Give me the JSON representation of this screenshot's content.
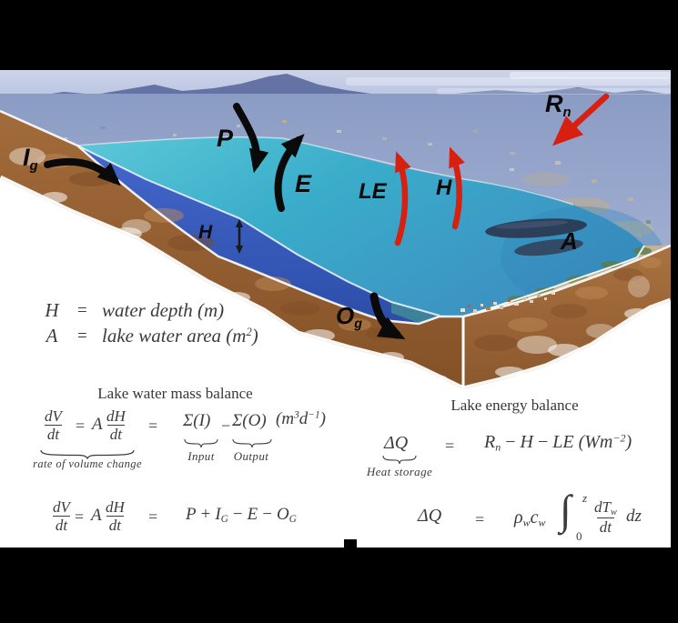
{
  "image": {
    "flux_labels": {
      "inflow_main": "I",
      "inflow_sub": "g",
      "precip": "P",
      "evap": "E",
      "latent": "LE",
      "sensible": "H",
      "net_rad_main": "R",
      "net_rad_sub": "n",
      "area": "A",
      "depth": "H",
      "outflow_main": "O",
      "outflow_sub": "g"
    },
    "colors": {
      "red_arrow": "#d7200f",
      "black_arrow": "#0a0a0a",
      "lake": "#3fb3cc",
      "cross_section_water": "#3a5fc0",
      "soil": "#9c6439"
    }
  },
  "definitions": {
    "depth": {
      "symbol": "H",
      "equals": "=",
      "text": "water depth (m)"
    },
    "area": {
      "symbol": "A",
      "equals": "=",
      "text_pre": "lake water area (m",
      "sup": "2",
      "text_post": ")"
    }
  },
  "mass_balance": {
    "title": "Lake water mass balance",
    "eq1": {
      "num1": "dV",
      "den1": "dt",
      "equals1": "=",
      "coef": "A",
      "num2": "dH",
      "den2": "dt",
      "brace_label": "rate of volume change",
      "equals2": "=",
      "sum_in": "Σ(I)",
      "sum_in_label": "Input",
      "minus": "−",
      "sum_out": "Σ(O)",
      "sum_out_label": "Output",
      "units_pre": "(m",
      "units_sup1": "3",
      "units_mid": "d",
      "units_sup2": "−1",
      "units_post": ")"
    },
    "eq2": {
      "num1": "dV",
      "den1": "dt",
      "equals1": "=",
      "coef": "A",
      "num2": "dH",
      "den2": "dt",
      "equals2": "=",
      "t1": "P",
      "plus": "+",
      "t2": "I",
      "t2_sub": "G",
      "minus1": "−",
      "t3": "E",
      "minus2": "−",
      "t4": "O",
      "t4_sub": "G"
    }
  },
  "energy_balance": {
    "title": "Lake energy balance",
    "eq1": {
      "lhs": "ΔQ",
      "brace_label": "Heat storage",
      "equals": "=",
      "t1": "R",
      "t1_sub": "n",
      "minus1": "−",
      "t2": "H",
      "minus2": "−",
      "t3": "LE",
      "units_pre": "(Wm",
      "units_sup": "−2",
      "units_post": ")"
    },
    "eq2": {
      "lhs": "ΔQ",
      "equals": "=",
      "rho": "ρ",
      "rho_sub": "w",
      "c": "c",
      "c_sub": "w",
      "integral": "∫",
      "int_upper": "z",
      "int_lower": "0",
      "num": "dT",
      "num_sub": "w",
      "den": "dt",
      "dz": "dz"
    }
  }
}
